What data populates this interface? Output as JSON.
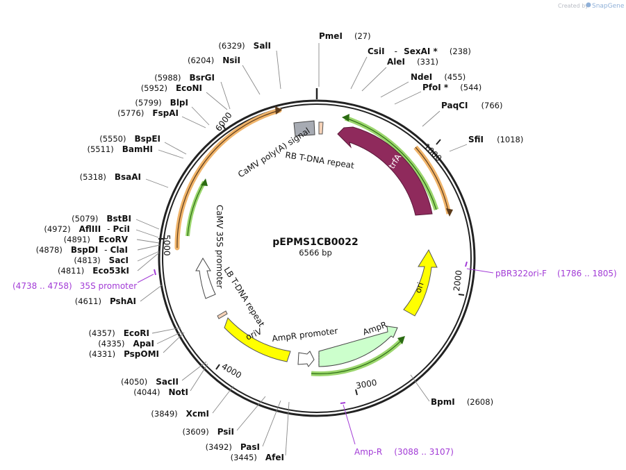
{
  "credit": {
    "text": "Created by",
    "logo": "SnapGene"
  },
  "plasmid": {
    "name": "pEPMS1CB0022",
    "size": "6566 bp",
    "length": 6566
  },
  "ticks": [
    "1000",
    "2000",
    "3000",
    "4000",
    "5000",
    "6000"
  ],
  "sites": {
    "right": [
      {
        "name": "PmeI",
        "pos": "(27)"
      },
      {
        "name": "CsiI",
        "sep": "-",
        "name2": "SexAI *",
        "pos": "(238)"
      },
      {
        "name": "AleI",
        "pos": "(331)"
      },
      {
        "name": "NdeI",
        "pos": "(455)"
      },
      {
        "name": "PfoI *",
        "pos": "(544)"
      },
      {
        "name": "PaqCI",
        "pos": "(766)"
      },
      {
        "name": "SfiI",
        "pos": "(1018)"
      },
      {
        "name": "BpmI",
        "pos": "(2608)"
      }
    ],
    "left": [
      {
        "name": "SalI",
        "pos": "(6329)"
      },
      {
        "name": "NsiI",
        "pos": "(6204)"
      },
      {
        "name": "BsrGI",
        "pos": "(5988)"
      },
      {
        "name": "EcoNI",
        "pos": "(5952)"
      },
      {
        "name": "BlpI",
        "pos": "(5799)"
      },
      {
        "name": "FspAI",
        "pos": "(5776)"
      },
      {
        "name": "BspEI",
        "pos": "(5550)"
      },
      {
        "name": "BamHI",
        "pos": "(5511)"
      },
      {
        "name": "BsaAI",
        "pos": "(5318)"
      },
      {
        "name": "BstBI",
        "pos": "(5079)"
      },
      {
        "name": "AflIII",
        "sep": "-",
        "name2": "PciI",
        "pos": "(4972)"
      },
      {
        "name": "EcoRV",
        "pos": "(4891)"
      },
      {
        "name": "BspDI",
        "sep": "-",
        "name2": "ClaI",
        "pos": "(4878)"
      },
      {
        "name": "SacI",
        "pos": "(4813)"
      },
      {
        "name": "Eco53kI",
        "pos": "(4811)"
      },
      {
        "name": "PshAI",
        "pos": "(4611)"
      },
      {
        "name": "EcoRI",
        "pos": "(4357)"
      },
      {
        "name": "ApaI",
        "pos": "(4335)"
      },
      {
        "name": "PspOMI",
        "pos": "(4331)"
      },
      {
        "name": "SacII",
        "pos": "(4050)"
      },
      {
        "name": "NotI",
        "pos": "(4044)"
      },
      {
        "name": "XcmI",
        "pos": "(3849)"
      },
      {
        "name": "PsiI",
        "pos": "(3609)"
      },
      {
        "name": "PasI",
        "pos": "(3492)"
      },
      {
        "name": "AfeI",
        "pos": "(3445)"
      }
    ]
  },
  "primers": [
    {
      "name": "pBR322ori-F",
      "pos": "(1786 .. 1805)"
    },
    {
      "name": "35S promoter",
      "pos": "(4738 .. 4758)"
    },
    {
      "name": "Amp-R",
      "pos": "(3088 .. 3107)"
    }
  ],
  "features": [
    {
      "label": "trfA",
      "color": "#8f2a5c"
    },
    {
      "label": "ori",
      "color": "#ffff00"
    },
    {
      "label": "AmpR",
      "color": "#ccffcc"
    },
    {
      "label": "AmpR promoter",
      "color": "#ffffff"
    },
    {
      "label": "oriV",
      "color": "#ffff00"
    },
    {
      "label": "LB T-DNA repeat",
      "color": "#f5d2b8"
    },
    {
      "label": "CaMV 35S promoter",
      "color": "#ffffff"
    },
    {
      "label": "CaMV poly(A) signal",
      "color": "#a7abb3"
    },
    {
      "label": "RB T-DNA repeat",
      "color": "#f5d2b8"
    }
  ],
  "colors": {
    "primer": "#a23bd6",
    "orf_orange": "#f0b46a",
    "orf_green": "#7cc242",
    "backbone": "#222222"
  }
}
